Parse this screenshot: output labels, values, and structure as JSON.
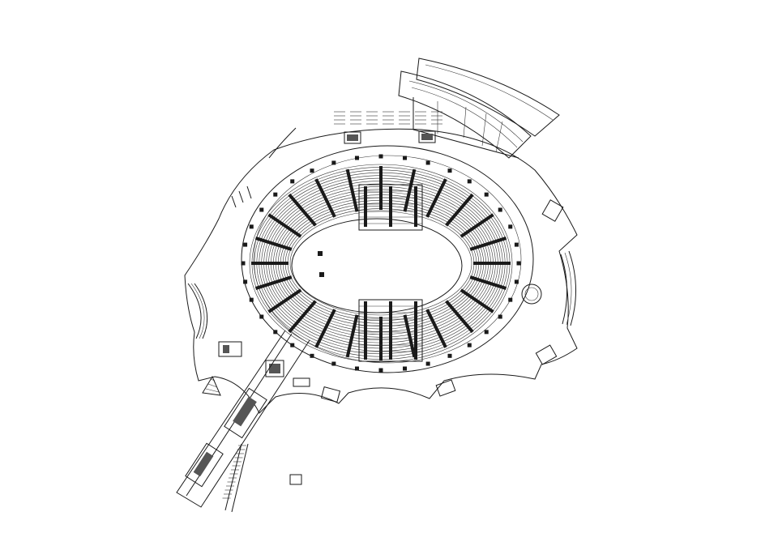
{
  "drawing": {
    "kind": "architectural-site-plan",
    "subject": "oval-stadium",
    "colors": {
      "line": "#1a1a1a",
      "background": "#ffffff",
      "fill": "#1a1a1a"
    },
    "seating": {
      "rows": 18,
      "sectors": 24
    },
    "stairs": {
      "count": 2
    }
  }
}
